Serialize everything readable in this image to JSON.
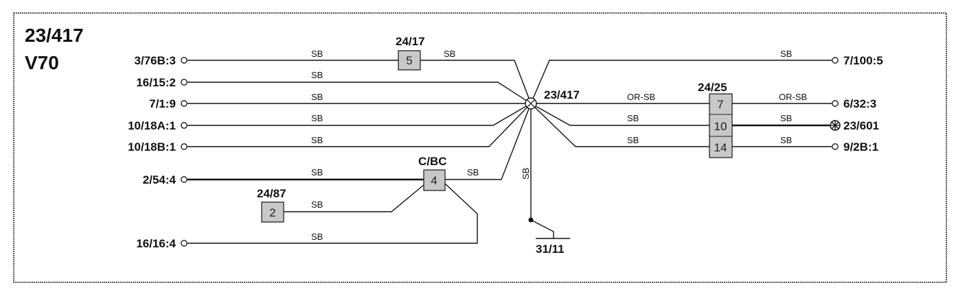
{
  "diagram": {
    "title": "23/417",
    "model": "V70",
    "splice_label": "23/417",
    "ground_label": "31/11",
    "left_terminals": [
      "3/76B:3",
      "16/15:2",
      "7/1:9",
      "10/18A:1",
      "10/18B:1",
      "2/54:4",
      "16/16:4"
    ],
    "right_terminals": [
      "7/100:5",
      "6/32:3",
      "23/601",
      "9/2B:1"
    ],
    "connectors": {
      "c1": {
        "name": "24/17",
        "pin": "5"
      },
      "c2": {
        "name": "C/BC",
        "pin": "4"
      },
      "c3": {
        "name": "24/87",
        "pin": "2"
      },
      "c4": {
        "name": "24/25",
        "pins": [
          "7",
          "10",
          "14"
        ]
      }
    },
    "wire_colors": {
      "sb": "SB",
      "or_sb": "OR-SB"
    }
  }
}
